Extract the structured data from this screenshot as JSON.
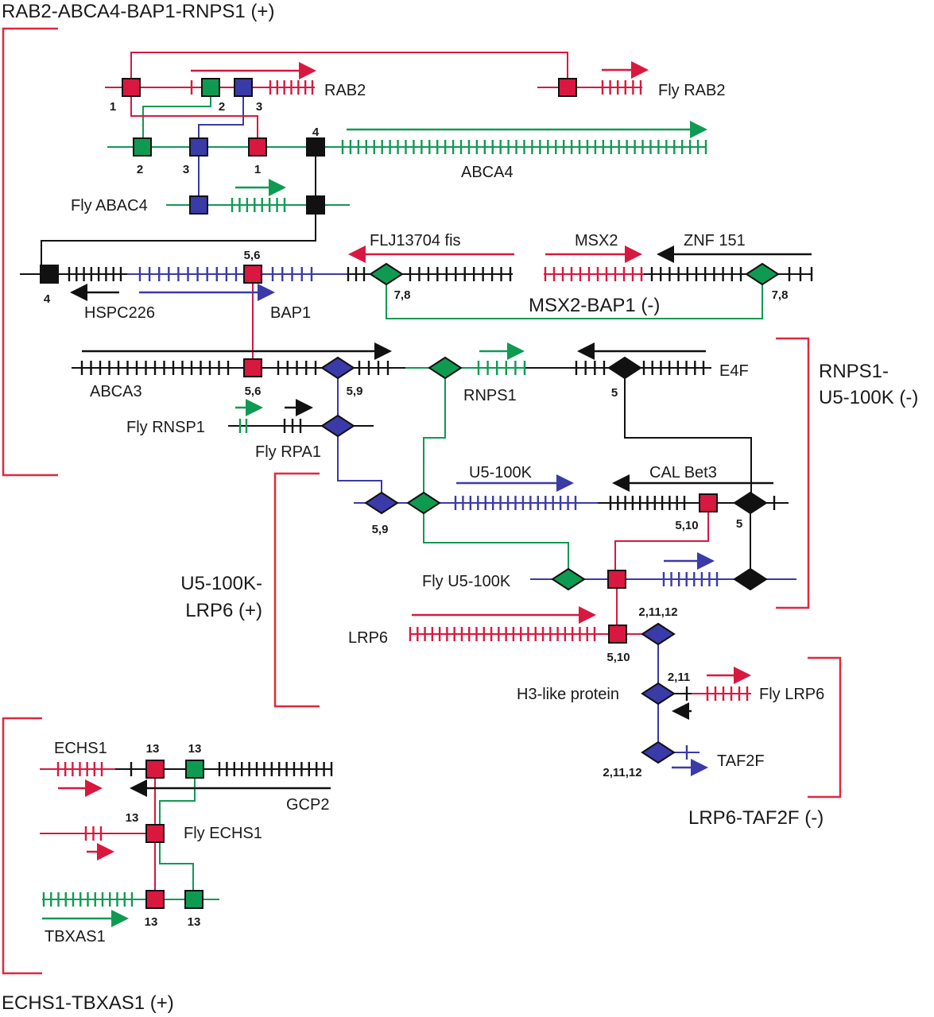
{
  "colors": {
    "red": "#d9183f",
    "green": "#0f9a52",
    "blue": "#3a3aa8",
    "black": "#111111",
    "bracket": "#e0283f"
  },
  "groups": {
    "rab2_abca4": "RAB2-ABCA4-BAP1-RNPS1 (+)",
    "msx2_bap1": "MSX2-BAP1 (-)",
    "rnps1_u5_line1": "RNPS1-",
    "rnps1_u5_line2": "U5-100K (-)",
    "u5_lrp6_line1": "U5-100K-",
    "u5_lrp6_line2": "LRP6 (+)",
    "lrp6_taf2f": "LRP6-TAF2F (-)",
    "echs1_tbxas1": "ECHS1-TBXAS1 (+)"
  },
  "genes": {
    "rab2": "RAB2",
    "fly_rab2": "Fly RAB2",
    "abca4": "ABCA4",
    "fly_abac4": "Fly ABAC4",
    "hspc226": "HSPC226",
    "bap1": "BAP1",
    "flj13704": "FLJ13704 fis",
    "msx2": "MSX2",
    "znf151": "ZNF 151",
    "abca3": "ABCA3",
    "rnps1": "RNPS1",
    "e4f": "E4F",
    "fly_rnsp1": "Fly RNSP1",
    "fly_rpa1": "Fly RPA1",
    "u5_100k": "U5-100K",
    "cal_bet3": "CAL Bet3",
    "fly_u5_100k": "Fly U5-100K",
    "lrp6": "LRP6",
    "h3_like": "H3-like protein",
    "fly_lrp6": "Fly LRP6",
    "taf2f": "TAF2F",
    "echs1": "ECHS1",
    "gcp2": "GCP2",
    "fly_echs1": "Fly ECHS1",
    "tbxas1": "TBXAS1"
  },
  "markers": {
    "rab2_1": "1",
    "rab2_2": "2",
    "rab2_3": "3",
    "abca4_2": "2",
    "abca4_3": "3",
    "abca4_1": "1",
    "abca4_4": "4",
    "hspc_4": "4",
    "bap1_56": "5,6",
    "flj_78": "7,8",
    "znf_78": "7,8",
    "abca3_56": "5,6",
    "abca3_59": "5,9",
    "e4f_5": "5",
    "u5_59": "5,9",
    "cal_510": "5,10",
    "cal_5": "5",
    "lrp6_21112": "2,11,12",
    "lrp6_510": "5,10",
    "h3_211": "2,11",
    "taf2f_21112": "2,11,12",
    "echs1_13a": "13",
    "echs1_13b": "13",
    "flyechs1_13": "13",
    "tbxas1_13a": "13",
    "tbxas1_13b": "13"
  }
}
